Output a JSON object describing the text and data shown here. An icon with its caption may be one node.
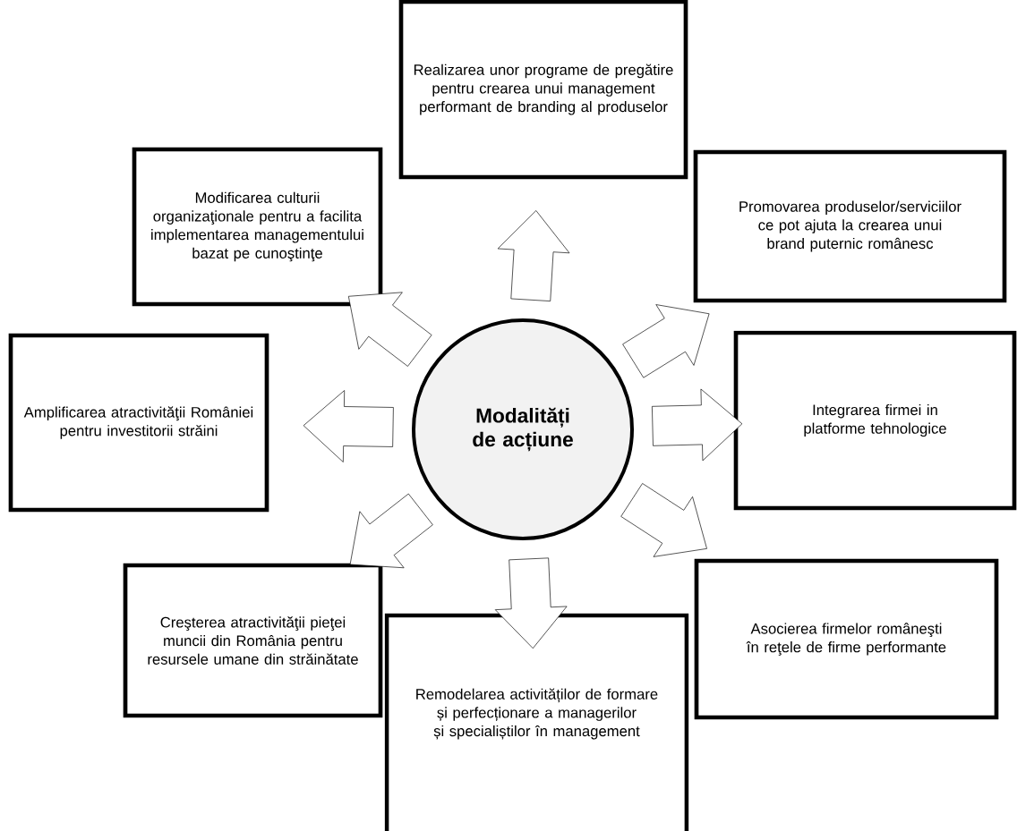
{
  "diagram": {
    "nodes": [
      {
        "text": [
          "Realizarea unor programe de pregătire pentru crearea unui management performant de branding al produselor"
        ]
      },
      {
        "text": [
          "Modificarea culturii organizaţionale pentru a facilita implementarea managementului bazat pe cunoştinţe"
        ]
      },
      {
        "text": [
          "Promovarea produselor/serviciilor ce pot ajuta la crearea unui brand puternic românesc"
        ]
      },
      {
        "text": [
          "Amplificarea atractivităţii României pentru investitorii străini"
        ]
      },
      {
        "text": [
          "Modalități de acțiune"
        ]
      },
      {
        "text": [
          "Integrarea firmei in platforme tehnologice"
        ]
      },
      {
        "text": [
          "Creşterea atractivităţii pieţei muncii din România pentru resursele umane din străinătate"
        ]
      },
      {
        "text": [
          "Asocierea firmelor româneşti în reţele de firme performante"
        ]
      },
      {
        "text": [
          "Remodelarea activităților de formare și perfecționare a managerilor și specialiștilor în management"
        ]
      }
    ],
    "edges": [
      {
        "from": 4,
        "to": 0,
        "arrow": "to"
      },
      {
        "from": 4,
        "to": 1,
        "arrow": "to"
      },
      {
        "from": 4,
        "to": 2,
        "arrow": "to"
      },
      {
        "from": 4,
        "to": 3,
        "arrow": "to"
      },
      {
        "from": 4,
        "to": 5,
        "arrow": "to"
      },
      {
        "from": 4,
        "to": 6,
        "arrow": "to"
      },
      {
        "from": 4,
        "to": 7,
        "arrow": "to"
      },
      {
        "from": 4,
        "to": 8,
        "arrow": "to"
      }
    ]
  }
}
